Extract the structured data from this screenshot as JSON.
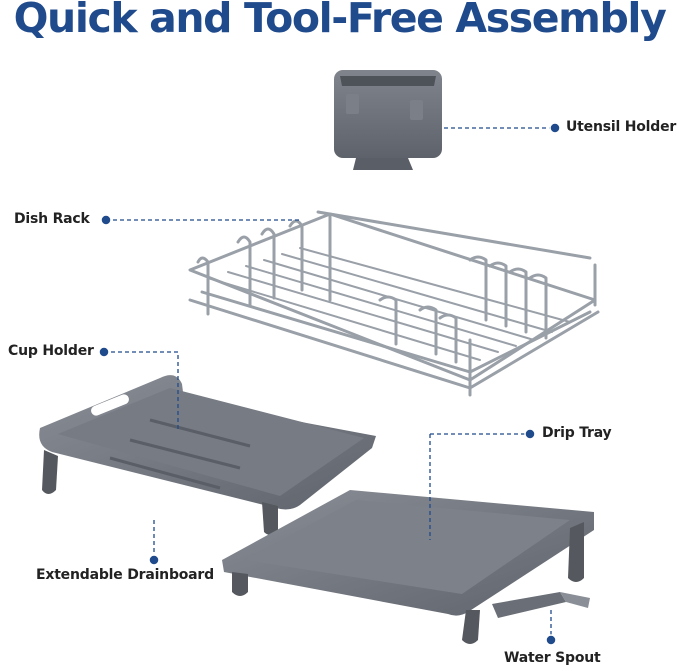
{
  "title": "Quick and Tool-Free Assembly",
  "labels": {
    "utensil_holder": "Utensil Holder",
    "dish_rack": "Dish Rack",
    "cup_holder": "Cup Holder",
    "drip_tray": "Drip Tray",
    "extendable_drainboard": "Extendable Drainboard",
    "water_spout": "Water Spout"
  },
  "colors": {
    "title": "#1f4a8c",
    "leader_line": "#1f4a8c",
    "plastic_gray": "#6f737b",
    "steel": "#9aa0a8"
  }
}
